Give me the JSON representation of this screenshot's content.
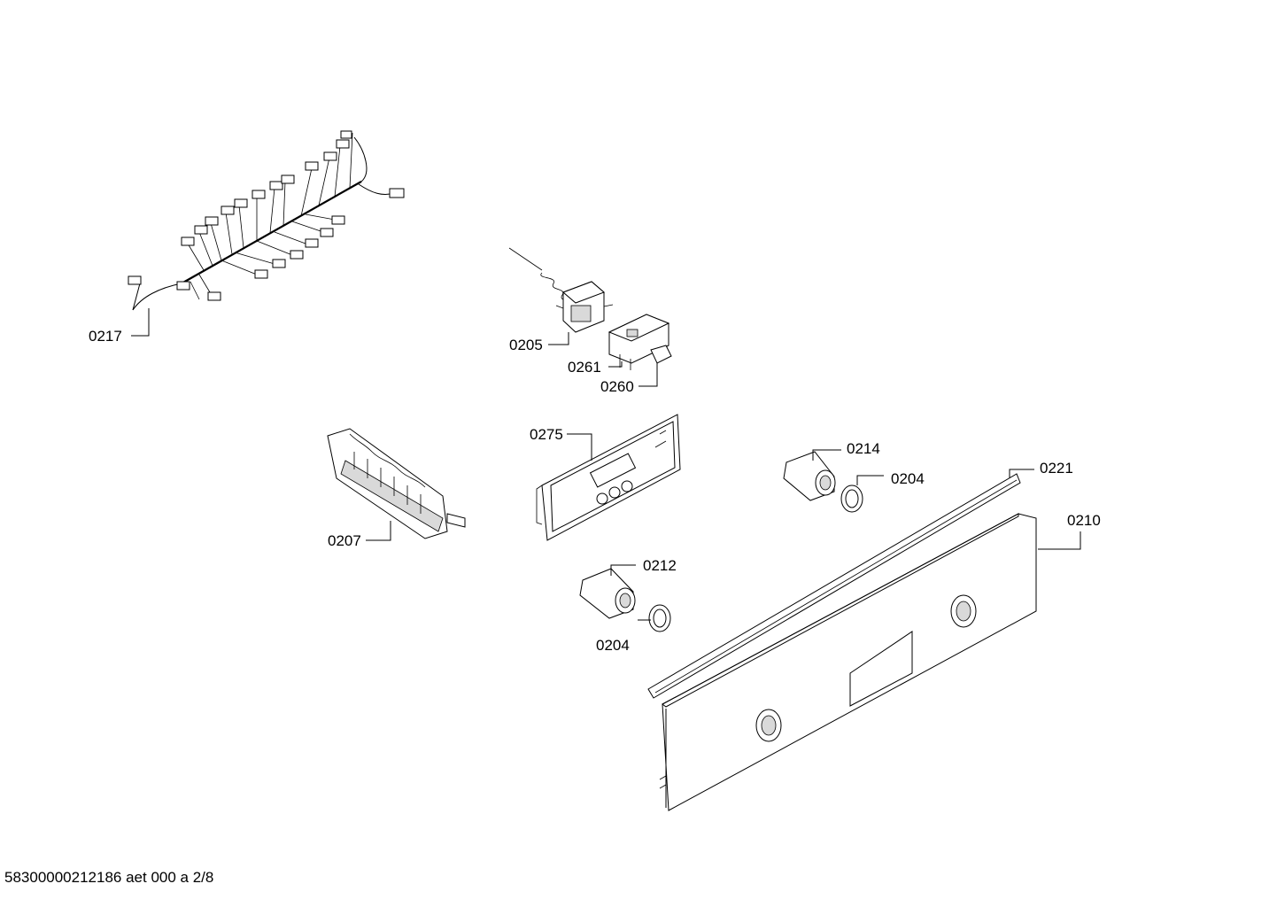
{
  "labels": {
    "p0217": "0217",
    "p0205": "0205",
    "p0261": "0261",
    "p0260": "0260",
    "p0275": "0275",
    "p0207": "0207",
    "p0214": "0214",
    "p0204a": "0204",
    "p0221": "0221",
    "p0210": "0210",
    "p0212": "0212",
    "p0204b": "0204"
  },
  "footer": "58300000212186 aet 000 a 2/8"
}
